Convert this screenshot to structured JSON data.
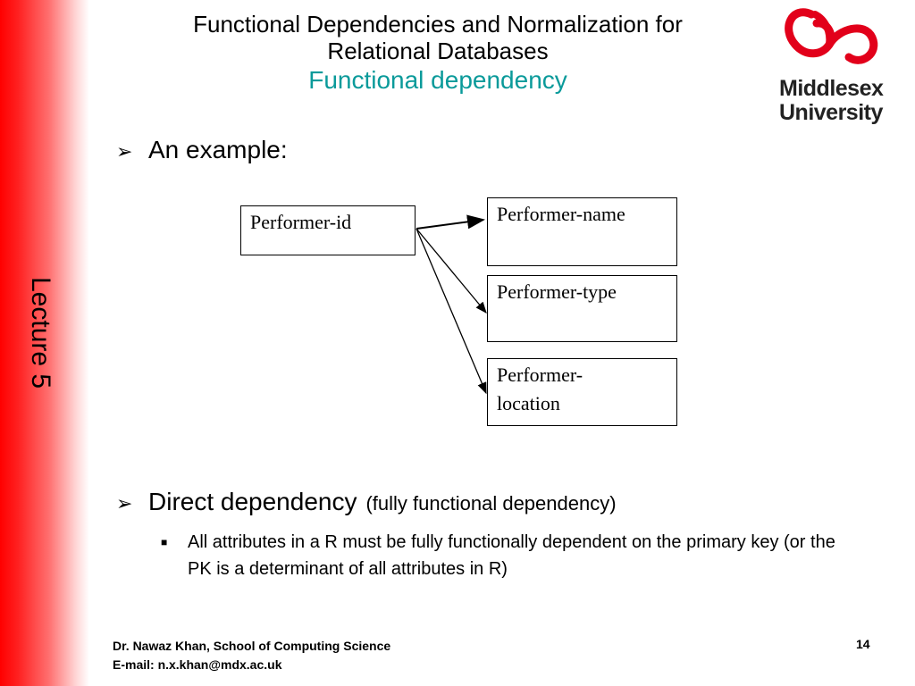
{
  "slide": {
    "side_label": "Lecture 5",
    "title_line1": "Functional Dependencies and Normalization for",
    "title_line2": "Relational Databases",
    "subtitle": "Functional dependency",
    "logo": {
      "line1": "Middlesex",
      "line2": "University",
      "mark_color": "#e2001a"
    },
    "bullets": [
      {
        "text": "An example:"
      },
      {
        "text": "Direct dependency",
        "note": "(fully functional dependency)"
      }
    ],
    "sub_bullet": "All attributes in a R must be fully functionally dependent on the primary key (or the PK is a determinant of all attributes in R)",
    "diagram": {
      "source": "Performer-id",
      "targets": [
        "Performer-name",
        "Performer-type",
        "Performer-location"
      ]
    },
    "footer": {
      "author": "Dr. Nawaz Khan, School of Computing Science",
      "email": "E-mail: n.x.khan@mdx.ac.uk",
      "page": "14"
    },
    "colors": {
      "side_band": "#ff0000",
      "subtitle": "#0a9a9a"
    }
  }
}
